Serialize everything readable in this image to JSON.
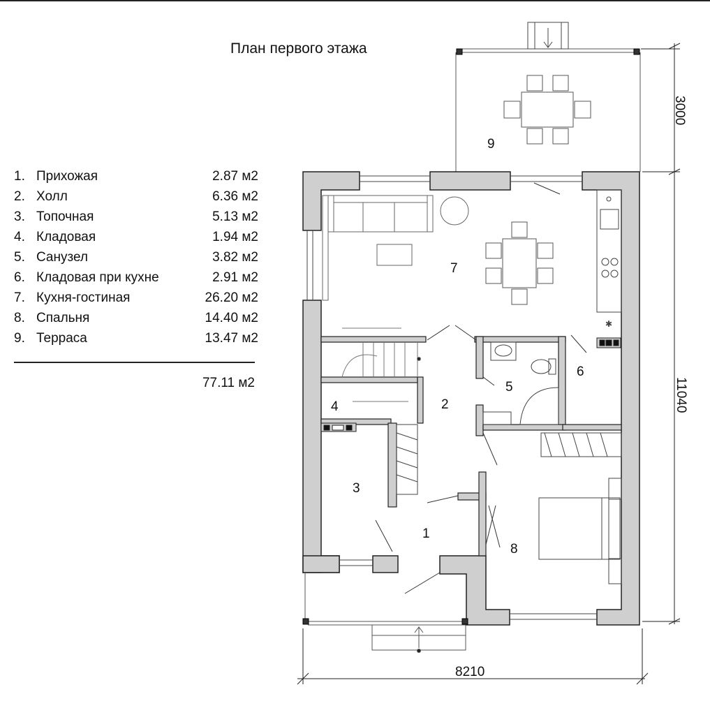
{
  "title": "План первого этажа",
  "rooms": [
    {
      "num": "1.",
      "name": "Прихожая",
      "area": "2.87 м2"
    },
    {
      "num": "2.",
      "name": "Холл",
      "area": "6.36 м2"
    },
    {
      "num": "3.",
      "name": "Топочная",
      "area": "5.13 м2"
    },
    {
      "num": "4.",
      "name": "Кладовая",
      "area": "1.94 м2"
    },
    {
      "num": "5.",
      "name": "Санузел",
      "area": "3.82 м2"
    },
    {
      "num": "6.",
      "name": "Кладовая при кухне",
      "area": "2.91 м2"
    },
    {
      "num": "7.",
      "name": "Кухня-гостиная",
      "area": "26.20 м2"
    },
    {
      "num": "8.",
      "name": "Спальня",
      "area": "14.40 м2"
    },
    {
      "num": "9.",
      "name": "Терраса",
      "area": "13.47 м2"
    }
  ],
  "total": "77.11 м2",
  "plan_labels": {
    "r1": "1",
    "r2": "2",
    "r3": "3",
    "r4": "4",
    "r5": "5",
    "r6": "6",
    "r7": "7",
    "r8": "8",
    "r9": "9"
  },
  "dimensions": {
    "width": "8210",
    "height": "11040",
    "terrace_depth": "3000"
  }
}
